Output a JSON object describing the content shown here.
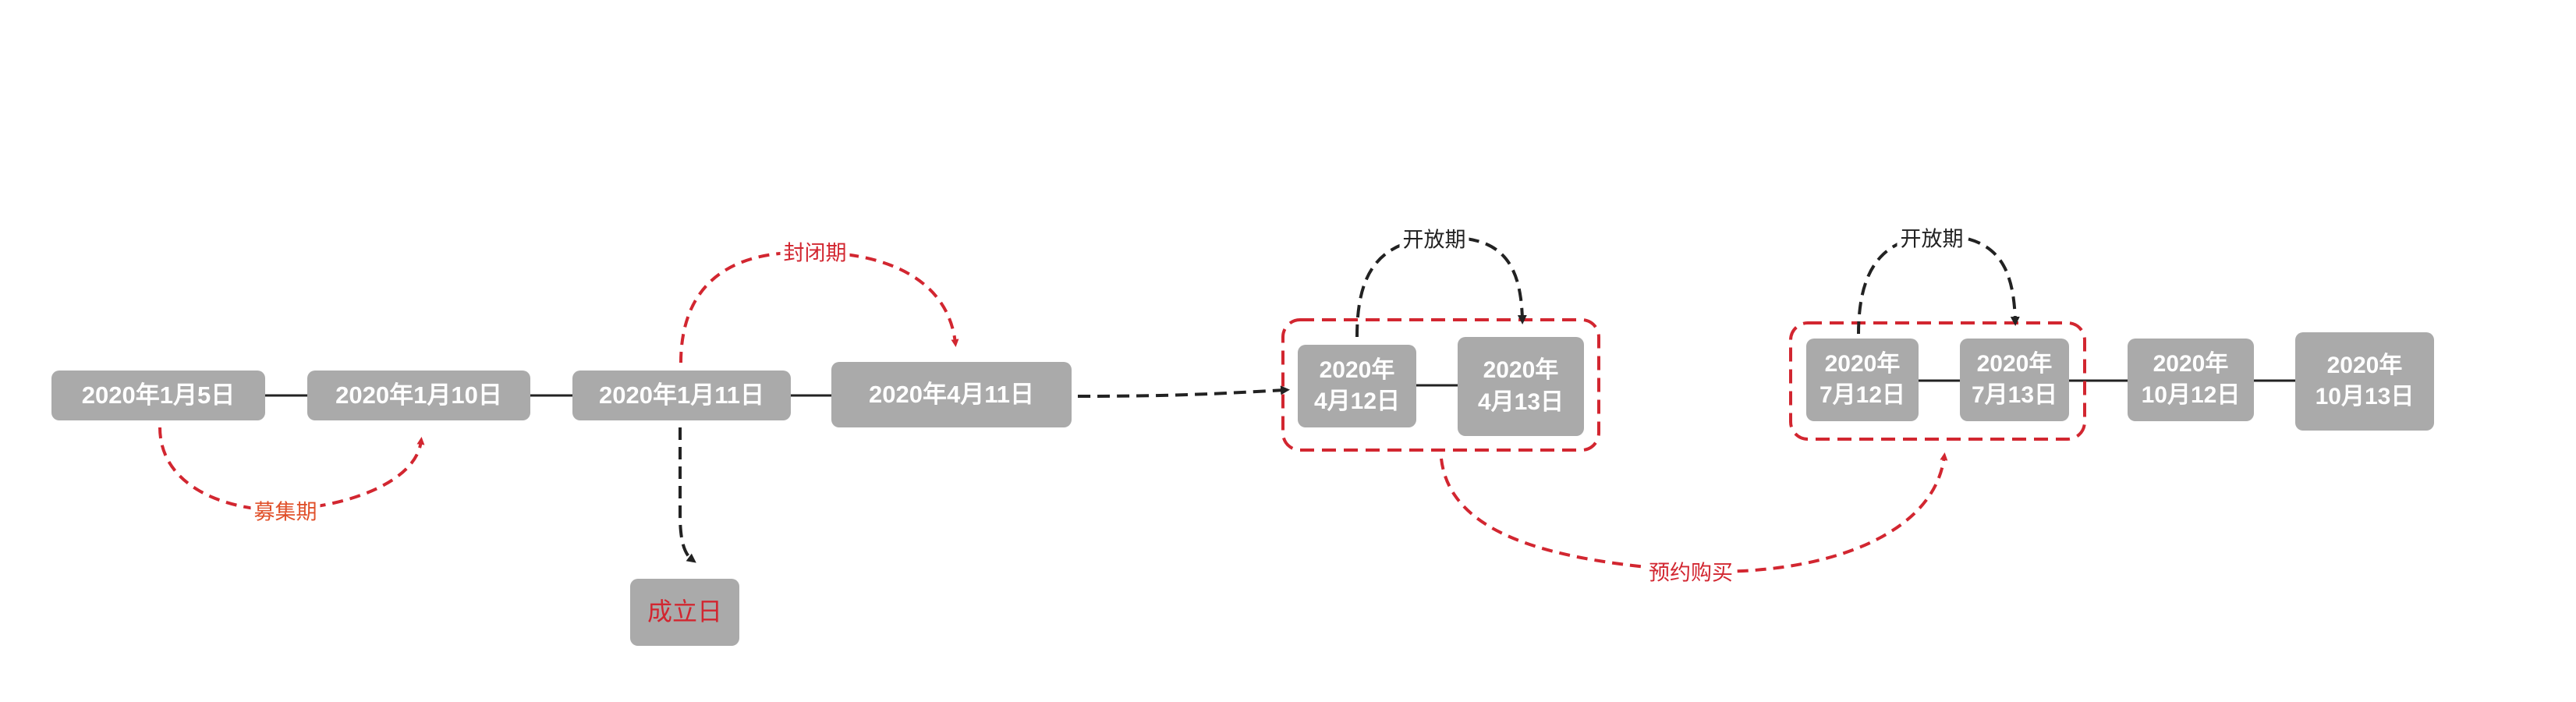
{
  "colors": {
    "node_fill": "#aaaaaa",
    "node_text": "#ffffff",
    "red": "#d22630",
    "orange_label": "#e0512b",
    "black": "#222222"
  },
  "nodes": {
    "jan5": "2020年1月5日",
    "jan10": "2020年1月10日",
    "jan11": "2020年1月11日",
    "apr11": "2020年4月11日",
    "founding": "成立日",
    "apr12": [
      "2020年",
      "4月12日"
    ],
    "apr13": [
      "2020年",
      "4月13日"
    ],
    "jul12": [
      "2020年",
      "7月12日"
    ],
    "jul13": [
      "2020年",
      "7月13日"
    ],
    "oct12": [
      "2020年",
      "10月12日"
    ],
    "oct13": [
      "2020年",
      "10月13日"
    ]
  },
  "labels": {
    "raising_period": "募集期",
    "closed_period": "封闭期",
    "open_period_1": "开放期",
    "open_period_2": "开放期",
    "reservation_purchase": "预约购买"
  }
}
